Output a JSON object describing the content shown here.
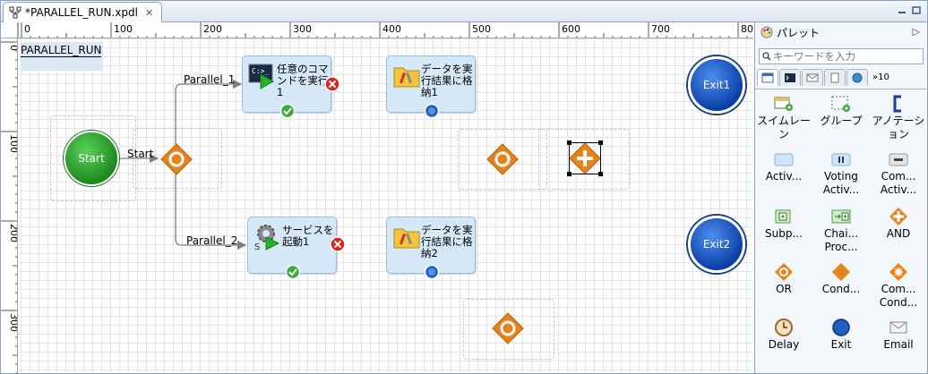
{
  "editor": {
    "tab_title": "*PARALLEL_RUN.xpdl",
    "tab_close": "✕"
  },
  "ruler": {
    "top_ticks": [
      "0",
      "100",
      "200",
      "300",
      "400",
      "500",
      "600",
      "700",
      "800"
    ],
    "left_ticks": [
      "0",
      "100",
      "200",
      "300"
    ]
  },
  "diagram": {
    "pool_name": "PARALLEL_RUN",
    "start_label": "Start",
    "edge_start": "Start",
    "edge_parallel_1": "Parallel_1",
    "edge_parallel_2": "Parallel_2",
    "task_cmd": "任意のコマンドを実行1",
    "task_data1": "データを実行結果に格納1",
    "task_service": "サービスを起動1",
    "task_data2": "データを実行結果に格納2",
    "exit1": "Exit1",
    "exit2": "Exit2"
  },
  "palette": {
    "title": "パレット",
    "collapse": "▷",
    "search_placeholder": "キーワードを入力",
    "more_tabs": "»10",
    "items": [
      {
        "label": "スイムレーン",
        "icon": "swimlane-icon"
      },
      {
        "label": "グループ",
        "icon": "group-icon"
      },
      {
        "label": "アノテーション",
        "icon": "annotation-icon"
      },
      {
        "label": "Activ...",
        "icon": "activity-icon"
      },
      {
        "label": "Voting Activ...",
        "icon": "voting-activity-icon"
      },
      {
        "label": "Com... Activ...",
        "icon": "compensation-activity-icon"
      },
      {
        "label": "Subp...",
        "icon": "subprocess-icon"
      },
      {
        "label": "Chai... Proc...",
        "icon": "chain-process-icon"
      },
      {
        "label": "AND",
        "icon": "and-gateway-icon"
      },
      {
        "label": "OR",
        "icon": "or-gateway-icon"
      },
      {
        "label": "Cond...",
        "icon": "conditional-gateway-icon"
      },
      {
        "label": "Com... Cond...",
        "icon": "complex-gateway-icon"
      },
      {
        "label": "Delay",
        "icon": "delay-icon"
      },
      {
        "label": "Exit",
        "icon": "exit-icon"
      },
      {
        "label": "Email",
        "icon": "email-icon"
      }
    ]
  },
  "colors": {
    "accent": "#1f5fc4",
    "gateway": "#e07b10",
    "start": "#2a9a2a",
    "task_fill": "#d5e8f8"
  }
}
